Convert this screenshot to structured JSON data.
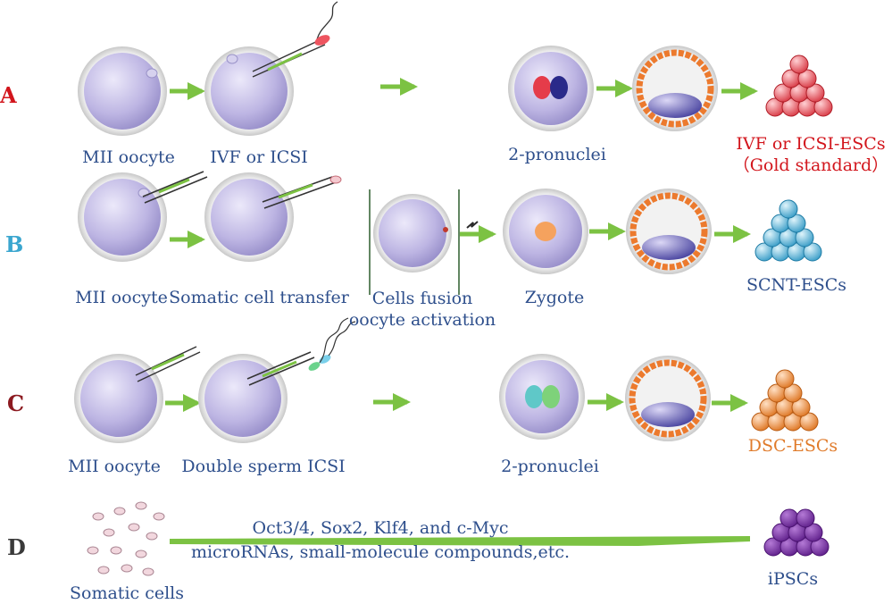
{
  "rows": {
    "A": {
      "letter": "A",
      "labels": {
        "oocyte": "MII oocyte",
        "step": "IVF or ICSI",
        "pronuclei": "2-pronuclei",
        "result_line1": "IVF or ICSI-ESCs",
        "result_line2": "（Gold standard）"
      }
    },
    "B": {
      "letter": "B",
      "labels": {
        "oocyte": "MII oocyte",
        "step": "Somatic cell transfer",
        "fusion_line1": "Cells fusion",
        "fusion_line2": "oocyte activation",
        "zygote": "Zygote",
        "result": "SCNT-ESCs"
      }
    },
    "C": {
      "letter": "C",
      "labels": {
        "oocyte": "MII oocyte",
        "step": "Double sperm ICSI",
        "pronuclei": "2-pronuclei",
        "result": "DSC-ESCs"
      }
    },
    "D": {
      "letter": "D",
      "labels": {
        "source": "Somatic cells",
        "factors_line1": "Oct3/4, Sox2, Klf4, and c-Myc",
        "factors_line2": "microRNAs, small-molecule compounds,etc.",
        "result": "iPSCs"
      }
    }
  },
  "colors": {
    "letter_A": "#d2151c",
    "letter_B": "#3aa6cf",
    "letter_C": "#8c1a20",
    "letter_D": "#3a3a3a",
    "text": "#2e4f8c",
    "gold_text": "#d2151c",
    "dsc_text": "#e07b2b",
    "arrow": "#7cc243",
    "oocyte": "#b9b1df",
    "zona": "#dcdcdc",
    "esc_red": "#e8505a",
    "esc_blue": "#4cb6db",
    "esc_orange": "#ee8a34",
    "ipsc_purple": "#7a2fa2"
  }
}
